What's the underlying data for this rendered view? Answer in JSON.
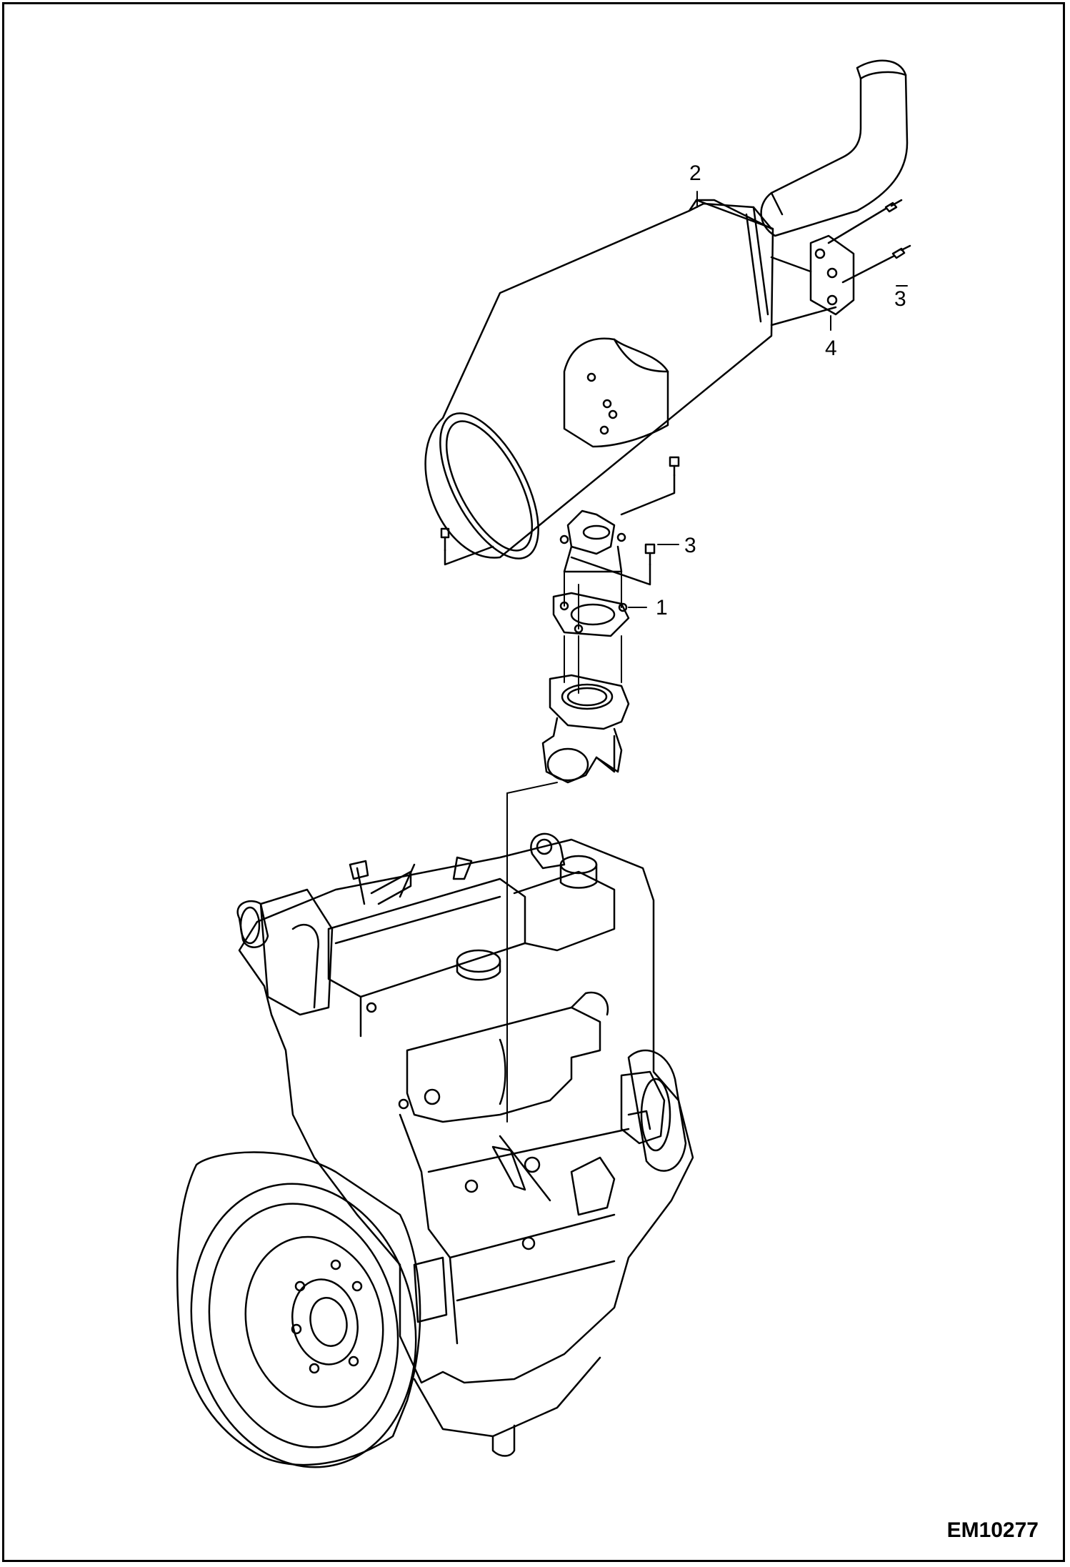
{
  "figure": {
    "id": "EM10277",
    "line_color": "#000000",
    "background": "#ffffff"
  },
  "callouts": [
    {
      "key": "c2",
      "label": "2",
      "part": "muffler"
    },
    {
      "key": "c3a",
      "label": "3",
      "part": "bolt"
    },
    {
      "key": "c4",
      "label": "4",
      "part": "mounting-bracket"
    },
    {
      "key": "c3b",
      "label": "3",
      "part": "bolt"
    },
    {
      "key": "c1",
      "label": "1",
      "part": "gasket"
    }
  ]
}
